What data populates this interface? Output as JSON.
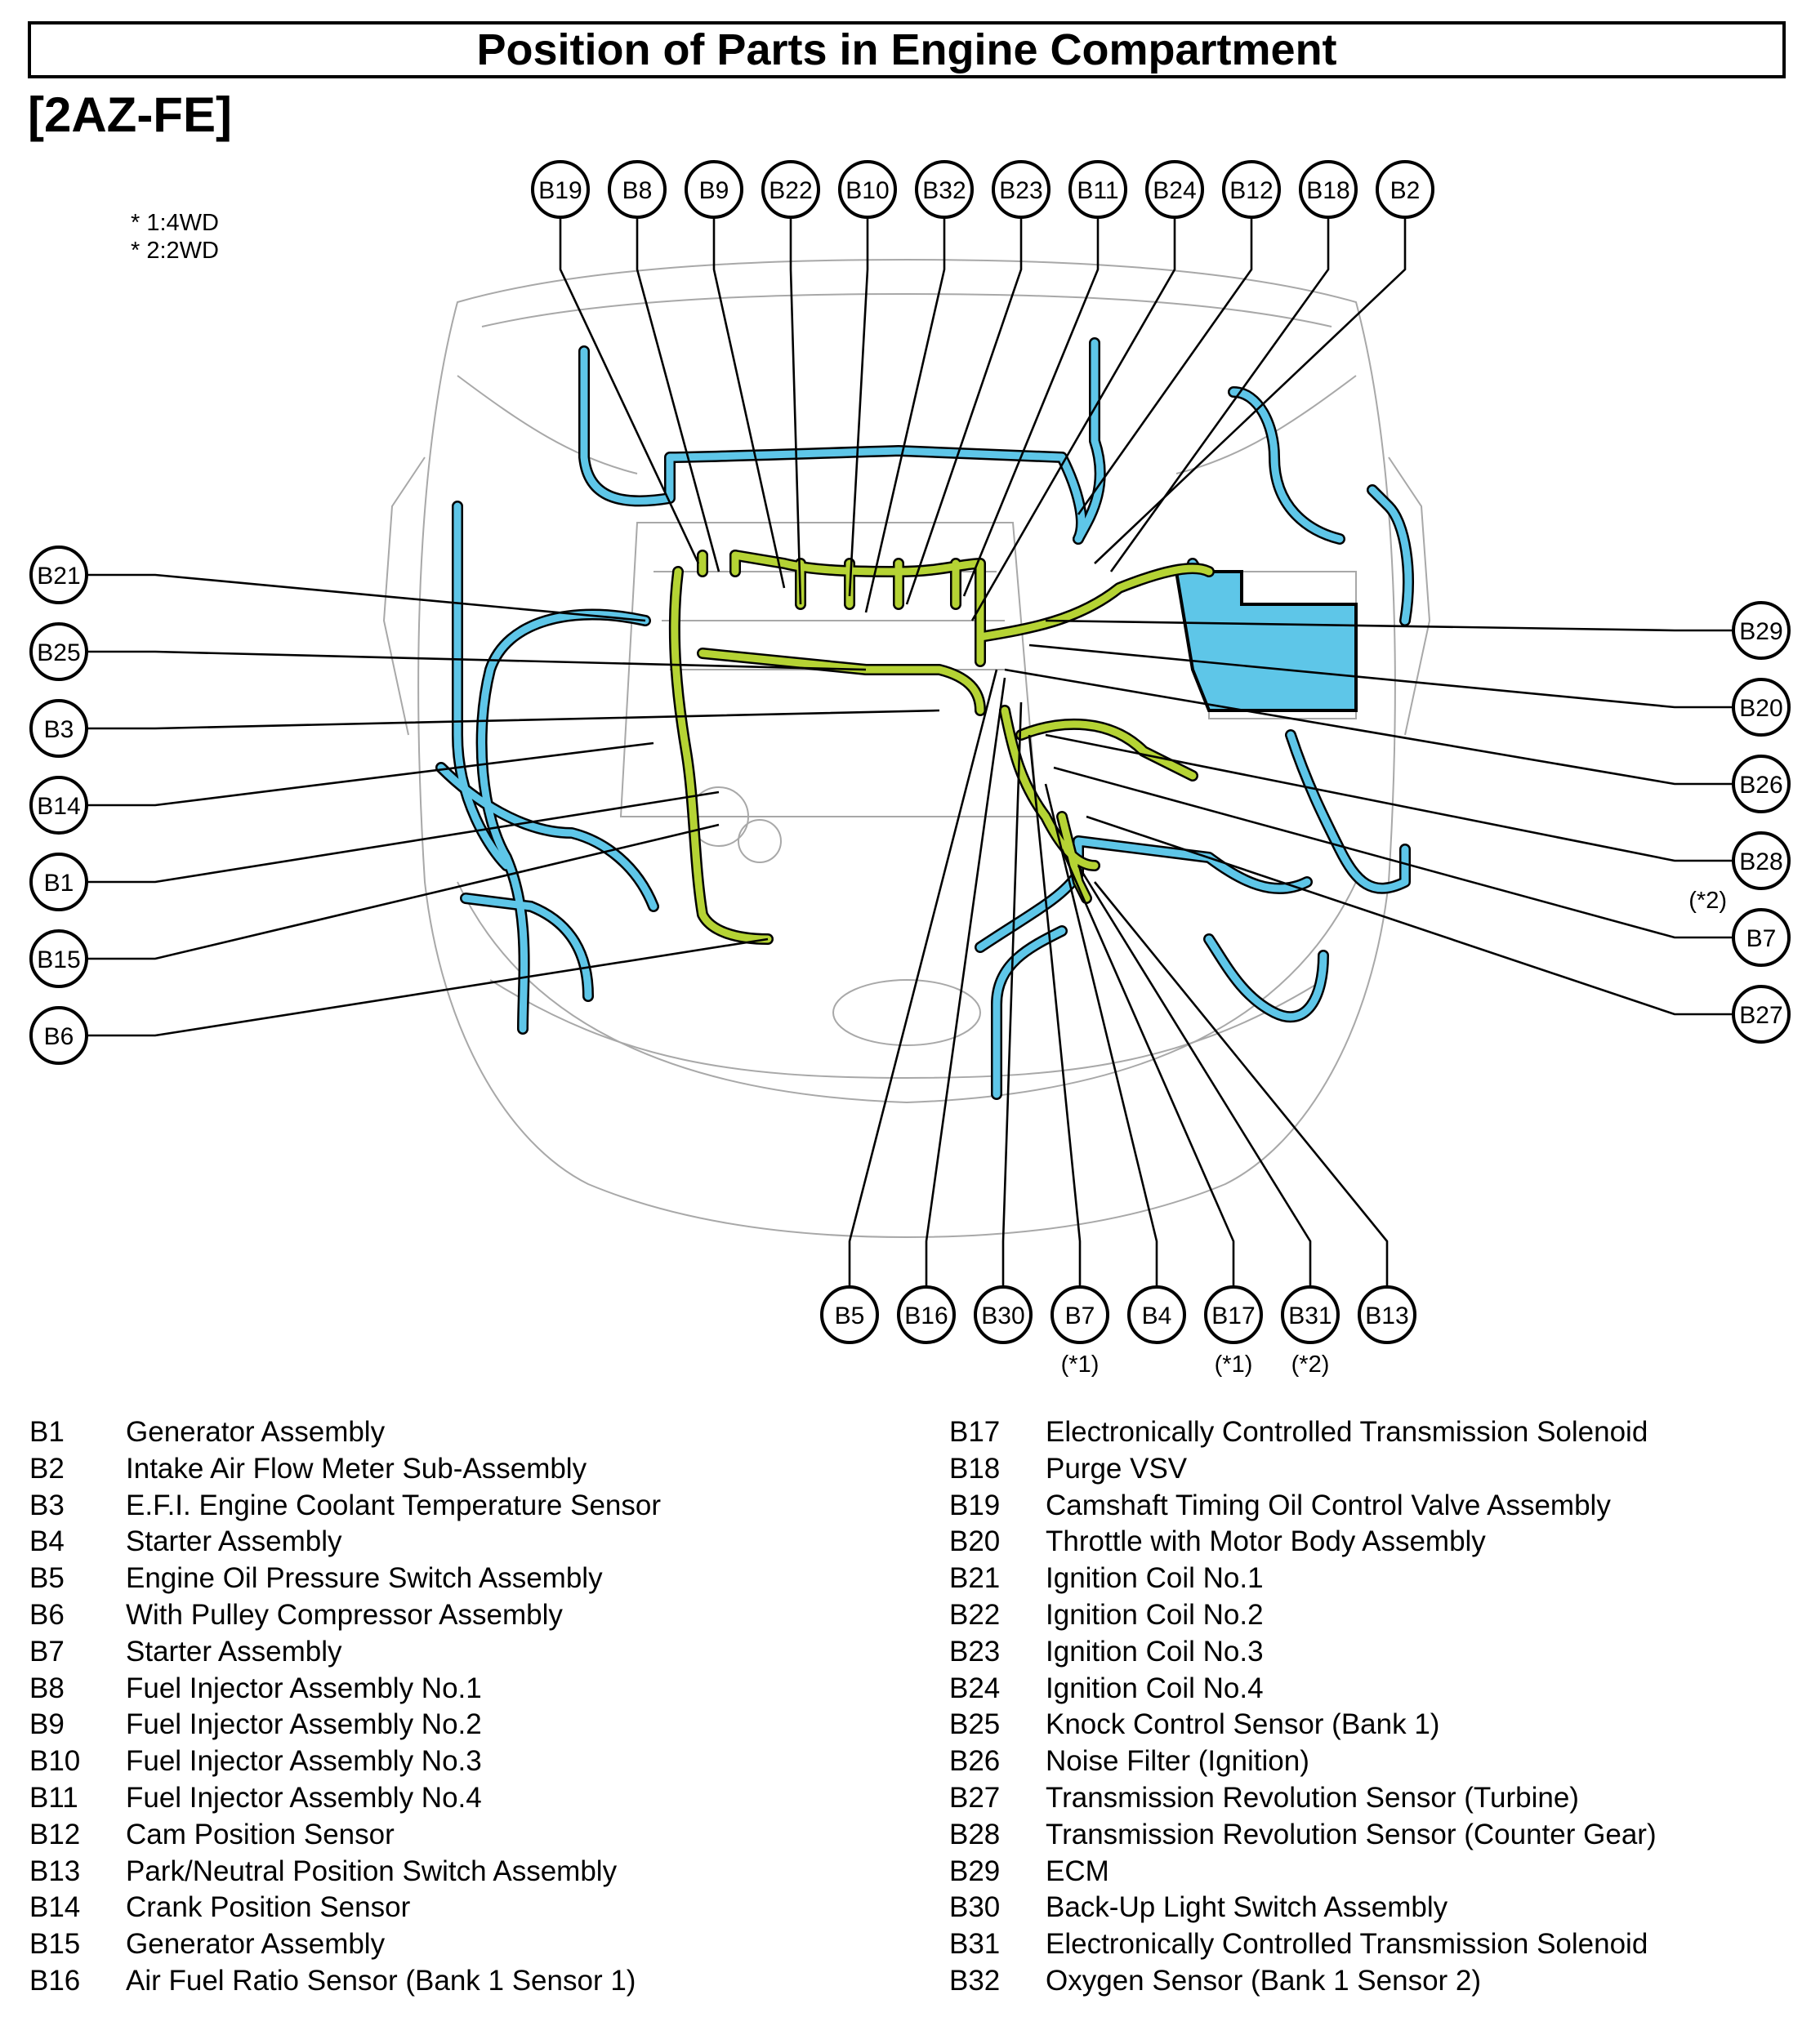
{
  "title": "Position of Parts in Engine Compartment",
  "engine_code": "[2AZ-FE]",
  "notes": [
    "* 1:4WD",
    "* 2:2WD"
  ],
  "colors": {
    "harness_green": "#b5d334",
    "harness_blue": "#5ec6e8",
    "outline": "#000000",
    "body_lines": "#a8a8a8"
  },
  "callouts_top": [
    "B19",
    "B8",
    "B9",
    "B22",
    "B10",
    "B32",
    "B23",
    "B11",
    "B24",
    "B12",
    "B18",
    "B2"
  ],
  "callouts_left": [
    "B21",
    "B25",
    "B3",
    "B14",
    "B1",
    "B15",
    "B6"
  ],
  "callouts_right": [
    {
      "label": "B29",
      "note": ""
    },
    {
      "label": "B20",
      "note": ""
    },
    {
      "label": "B26",
      "note": ""
    },
    {
      "label": "B28",
      "note": ""
    },
    {
      "label": "B7",
      "note": "(*2)"
    },
    {
      "label": "B27",
      "note": ""
    }
  ],
  "callouts_bottom": [
    {
      "label": "B5",
      "note": ""
    },
    {
      "label": "B16",
      "note": ""
    },
    {
      "label": "B30",
      "note": ""
    },
    {
      "label": "B7",
      "note": "(*1)"
    },
    {
      "label": "B4",
      "note": ""
    },
    {
      "label": "B17",
      "note": "(*1)"
    },
    {
      "label": "B31",
      "note": "(*2)"
    },
    {
      "label": "B13",
      "note": ""
    }
  ],
  "legend_left": [
    {
      "code": "B1",
      "name": "Generator Assembly"
    },
    {
      "code": "B2",
      "name": "Intake Air Flow Meter Sub-Assembly"
    },
    {
      "code": "B3",
      "name": "E.F.I. Engine Coolant Temperature Sensor"
    },
    {
      "code": "B4",
      "name": "Starter Assembly"
    },
    {
      "code": "B5",
      "name": "Engine Oil Pressure Switch Assembly"
    },
    {
      "code": "B6",
      "name": "With Pulley Compressor Assembly"
    },
    {
      "code": "B7",
      "name": "Starter Assembly"
    },
    {
      "code": "B8",
      "name": "Fuel Injector Assembly No.1"
    },
    {
      "code": "B9",
      "name": "Fuel Injector Assembly No.2"
    },
    {
      "code": "B10",
      "name": "Fuel Injector Assembly No.3"
    },
    {
      "code": "B11",
      "name": "Fuel Injector Assembly No.4"
    },
    {
      "code": "B12",
      "name": "Cam Position Sensor"
    },
    {
      "code": "B13",
      "name": "Park/Neutral Position Switch Assembly"
    },
    {
      "code": "B14",
      "name": "Crank Position Sensor"
    },
    {
      "code": "B15",
      "name": "Generator Assembly"
    },
    {
      "code": "B16",
      "name": "Air Fuel Ratio Sensor (Bank 1 Sensor 1)"
    }
  ],
  "legend_right": [
    {
      "code": "B17",
      "name": "Electronically Controlled Transmission Solenoid"
    },
    {
      "code": "B18",
      "name": "Purge VSV"
    },
    {
      "code": "B19",
      "name": "Camshaft Timing Oil Control Valve Assembly"
    },
    {
      "code": "B20",
      "name": "Throttle with Motor Body Assembly"
    },
    {
      "code": "B21",
      "name": "Ignition Coil No.1"
    },
    {
      "code": "B22",
      "name": "Ignition Coil No.2"
    },
    {
      "code": "B23",
      "name": "Ignition Coil No.3"
    },
    {
      "code": "B24",
      "name": "Ignition Coil No.4"
    },
    {
      "code": "B25",
      "name": "Knock Control Sensor (Bank 1)"
    },
    {
      "code": "B26",
      "name": "Noise Filter (Ignition)"
    },
    {
      "code": "B27",
      "name": "Transmission Revolution Sensor (Turbine)"
    },
    {
      "code": "B28",
      "name": "Transmission Revolution Sensor (Counter Gear)"
    },
    {
      "code": "B29",
      "name": "ECM"
    },
    {
      "code": "B30",
      "name": "Back-Up Light Switch Assembly"
    },
    {
      "code": "B31",
      "name": "Electronically Controlled Transmission Solenoid"
    },
    {
      "code": "B32",
      "name": "Oxygen Sensor (Bank 1 Sensor 2)"
    }
  ]
}
